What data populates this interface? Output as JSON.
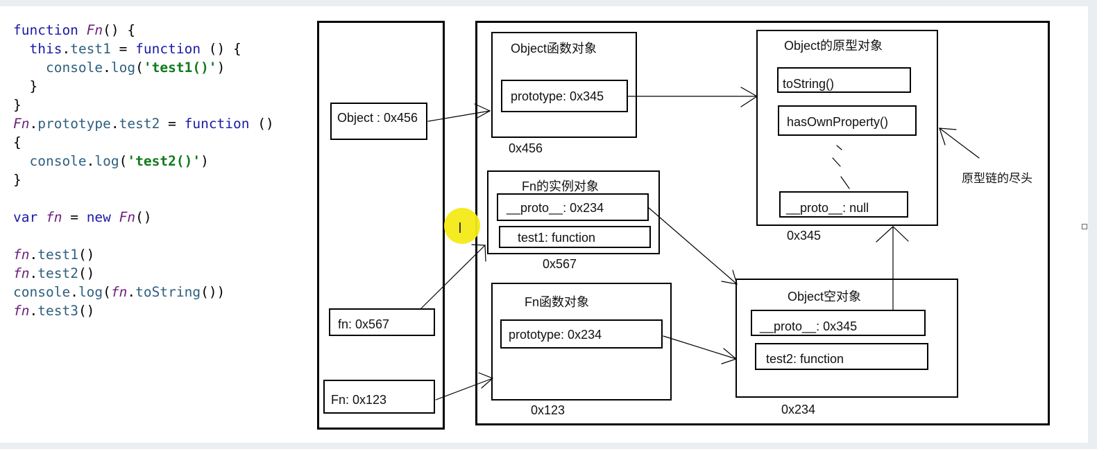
{
  "code_lines": [
    [
      [
        "kw",
        "function "
      ],
      [
        "it",
        "Fn"
      ],
      [
        "pl",
        "() {"
      ]
    ],
    [
      [
        "pl",
        "  "
      ],
      [
        "kw",
        "this"
      ],
      [
        "pl",
        "."
      ],
      [
        "fn",
        "test1"
      ],
      [
        "pl",
        " = "
      ],
      [
        "kw",
        "function"
      ],
      [
        "pl",
        " () {"
      ]
    ],
    [
      [
        "pl",
        "    "
      ],
      [
        "fn",
        "console"
      ],
      [
        "pl",
        "."
      ],
      [
        "fn",
        "log"
      ],
      [
        "pl",
        "("
      ],
      [
        "st",
        "'test1()'"
      ],
      [
        "pl",
        ")"
      ]
    ],
    [
      [
        "pl",
        "  }"
      ]
    ],
    [
      [
        "pl",
        "}"
      ]
    ],
    [
      [
        "it",
        "Fn"
      ],
      [
        "pl",
        "."
      ],
      [
        "fn",
        "prototype"
      ],
      [
        "pl",
        "."
      ],
      [
        "fn",
        "test2"
      ],
      [
        "pl",
        " = "
      ],
      [
        "kw",
        "function"
      ],
      [
        "pl",
        " ()"
      ]
    ],
    [
      [
        "pl",
        "{"
      ]
    ],
    [
      [
        "pl",
        "  "
      ],
      [
        "fn",
        "console"
      ],
      [
        "pl",
        "."
      ],
      [
        "fn",
        "log"
      ],
      [
        "pl",
        "("
      ],
      [
        "st",
        "'test2()'"
      ],
      [
        "pl",
        ")"
      ]
    ],
    [
      [
        "pl",
        "}"
      ]
    ],
    [
      [
        "pl",
        ""
      ]
    ],
    [
      [
        "kw",
        "var "
      ],
      [
        "it",
        "fn"
      ],
      [
        "pl",
        " = "
      ],
      [
        "kw",
        "new "
      ],
      [
        "it",
        "Fn"
      ],
      [
        "pl",
        "()"
      ]
    ],
    [
      [
        "pl",
        ""
      ]
    ],
    [
      [
        "it",
        "fn"
      ],
      [
        "pl",
        "."
      ],
      [
        "fn",
        "test1"
      ],
      [
        "pl",
        "()"
      ]
    ],
    [
      [
        "it",
        "fn"
      ],
      [
        "pl",
        "."
      ],
      [
        "fn",
        "test2"
      ],
      [
        "pl",
        "()"
      ]
    ],
    [
      [
        "fn",
        "console"
      ],
      [
        "pl",
        "."
      ],
      [
        "fn",
        "log"
      ],
      [
        "pl",
        "("
      ],
      [
        "it",
        "fn"
      ],
      [
        "pl",
        "."
      ],
      [
        "fn",
        "toString"
      ],
      [
        "pl",
        "())"
      ]
    ],
    [
      [
        "it",
        "fn"
      ],
      [
        "pl",
        "."
      ],
      [
        "fn",
        "test3"
      ],
      [
        "pl",
        "()"
      ]
    ]
  ],
  "stack": {
    "object_var": "Object : 0x456",
    "fn_var": "fn: 0x567",
    "Fn_var": "Fn: 0x123"
  },
  "heap": {
    "object_fn": {
      "title": "Object函数对象",
      "prototype": "prototype: 0x345",
      "addr": "0x456"
    },
    "object_proto": {
      "title": "Object的原型对象",
      "toString": "toString()",
      "hasOwn": "hasOwnProperty()",
      "proto": "__proto__: null",
      "addr": "0x345"
    },
    "fn_instance": {
      "title": "Fn的实例对象",
      "proto": "__proto__: 0x234",
      "test1": "test1: function",
      "addr": "0x567"
    },
    "fn_func": {
      "title": "Fn函数对象",
      "prototype": "prototype: 0x234",
      "addr": "0x123"
    },
    "empty_obj": {
      "title": "Object空对象",
      "proto": "__proto__: 0x345",
      "test2": "test2: function",
      "addr": "0x234"
    },
    "chain_end_note": "原型链的尽头"
  }
}
